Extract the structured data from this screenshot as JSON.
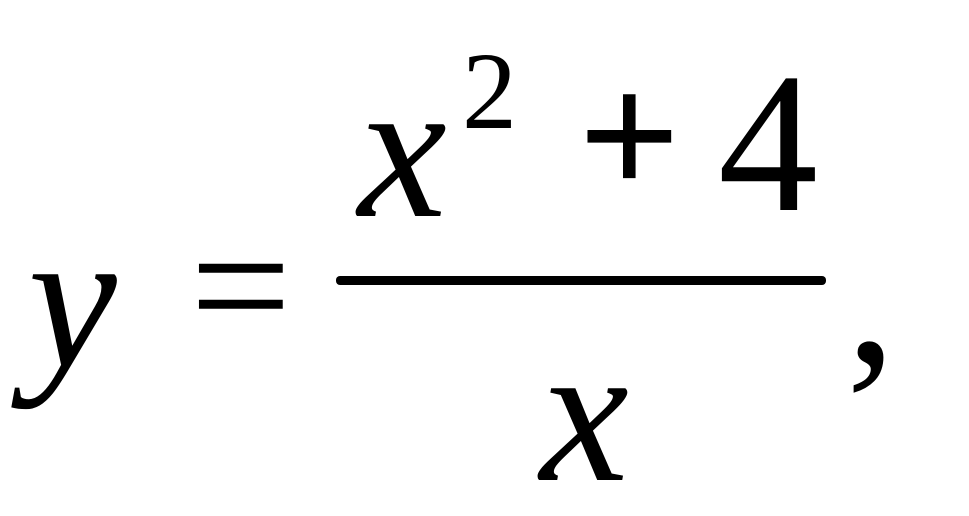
{
  "equation": {
    "lhs_variable": "y",
    "equals_sign": "=",
    "numerator": {
      "variable": "x",
      "exponent": "2",
      "operator": "+",
      "constant": "4"
    },
    "denominator": {
      "variable": "x"
    },
    "trailing_punctuation": ","
  }
}
